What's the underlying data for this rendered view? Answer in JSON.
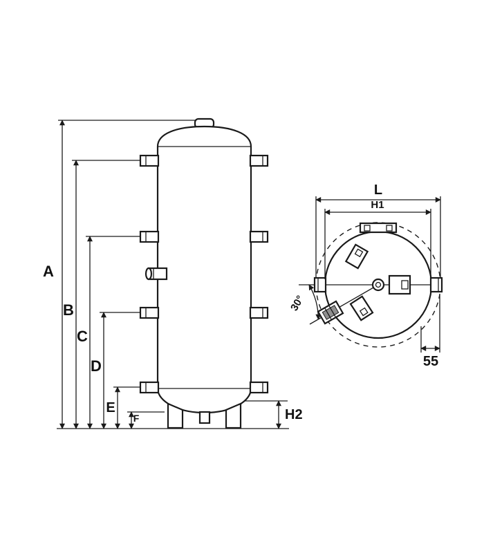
{
  "page": {
    "background": "#ffffff",
    "line_color": "#1a1a1a"
  },
  "side_view": {
    "dim_labels": {
      "a": "A",
      "b": "B",
      "c": "C",
      "d": "D",
      "e": "E",
      "f": "F",
      "h2": "H2"
    }
  },
  "top_view": {
    "dim_labels": {
      "l": "L",
      "h1": "H1",
      "offset_55": "55",
      "angle_30": "30°"
    }
  }
}
